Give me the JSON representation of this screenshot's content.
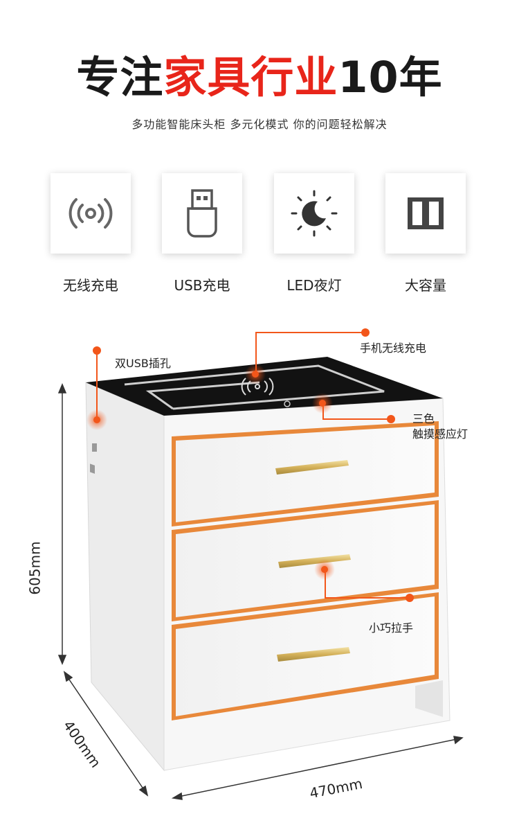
{
  "header": {
    "title_part1": "专注",
    "title_part2": "家具行业",
    "title_part3": "10年",
    "subtitle": "多功能智能床头柜 多元化模式 你的问题轻松解决"
  },
  "features": [
    {
      "icon": "wireless-charging-icon",
      "label": "无线充电"
    },
    {
      "icon": "usb-drive-icon",
      "label": "USB充电"
    },
    {
      "icon": "night-light-moon-icon",
      "label": "LED夜灯"
    },
    {
      "icon": "storage-capacity-icon",
      "label": "大容量"
    }
  ],
  "callouts": {
    "usb": "双USB插孔",
    "wireless": "手机无线充电",
    "light_line1": "三色",
    "light_line2": "触摸感应灯",
    "handle": "小巧拉手"
  },
  "dimensions": {
    "height": "605mm",
    "depth": "400mm",
    "width": "470mm"
  },
  "colors": {
    "accent_red": "#e8251a",
    "callout_orange": "#f2561a",
    "trim_orange": "#e8883a",
    "handle_gold": "#d4b15a"
  }
}
